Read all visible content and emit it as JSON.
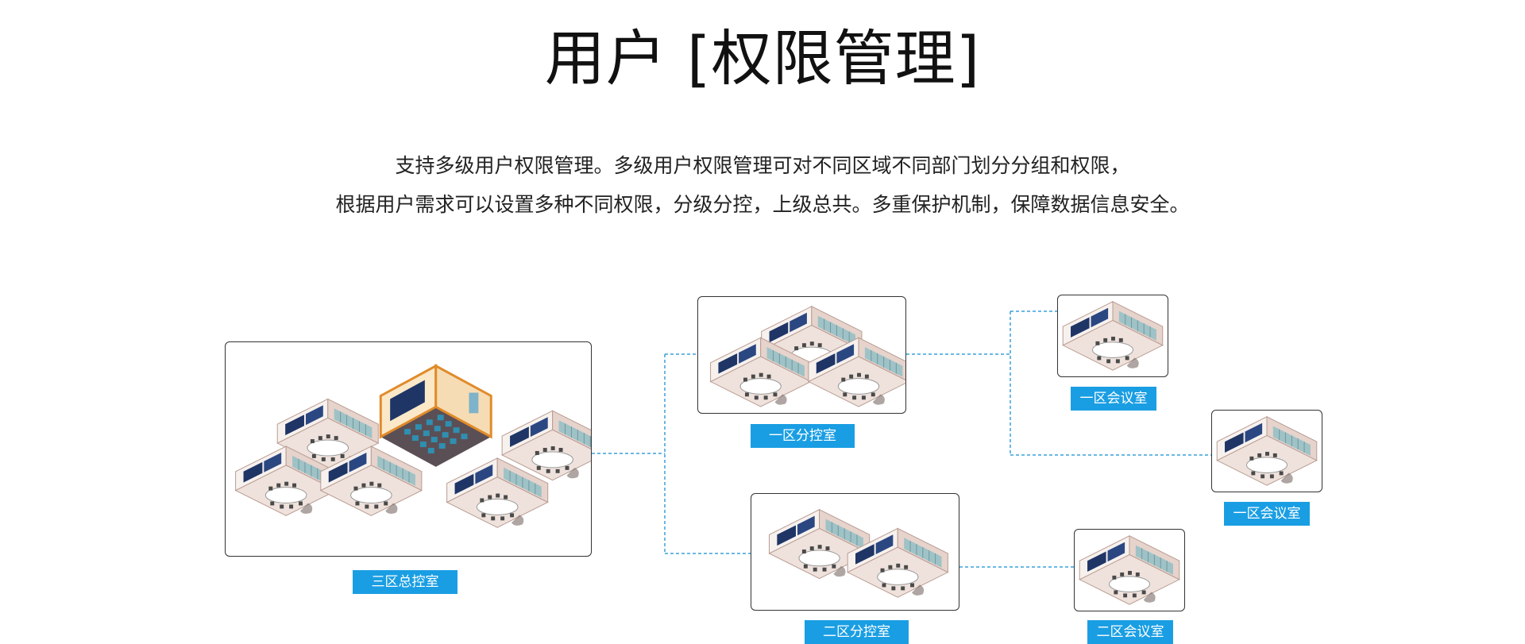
{
  "title": "用户 [权限管理]",
  "description": [
    "支持多级用户权限管理。多级用户权限管理可对不同区域不同部门划分分组和权限，",
    "根据用户需求可以设置多种不同权限，分级分控，上级总共。多重保护机制，保障数据信息安全。"
  ],
  "nodes": {
    "main_control": {
      "label": "三区总控室",
      "rooms": 5,
      "has_auditorium": true
    },
    "zone1_sub_control": {
      "label": "一区分控室",
      "rooms": 3
    },
    "zone2_sub_control": {
      "label": "二区分控室",
      "rooms": 2
    },
    "zone1_meeting_a": {
      "label": "一区会议室",
      "rooms": 1
    },
    "zone1_meeting_b": {
      "label": "一区会议室",
      "rooms": 1
    },
    "zone2_meeting": {
      "label": "二区会议室",
      "rooms": 1
    }
  },
  "colors": {
    "label_bg": "#1a9ee3",
    "connector": "#3aa0d8",
    "box_border": "#333333"
  }
}
